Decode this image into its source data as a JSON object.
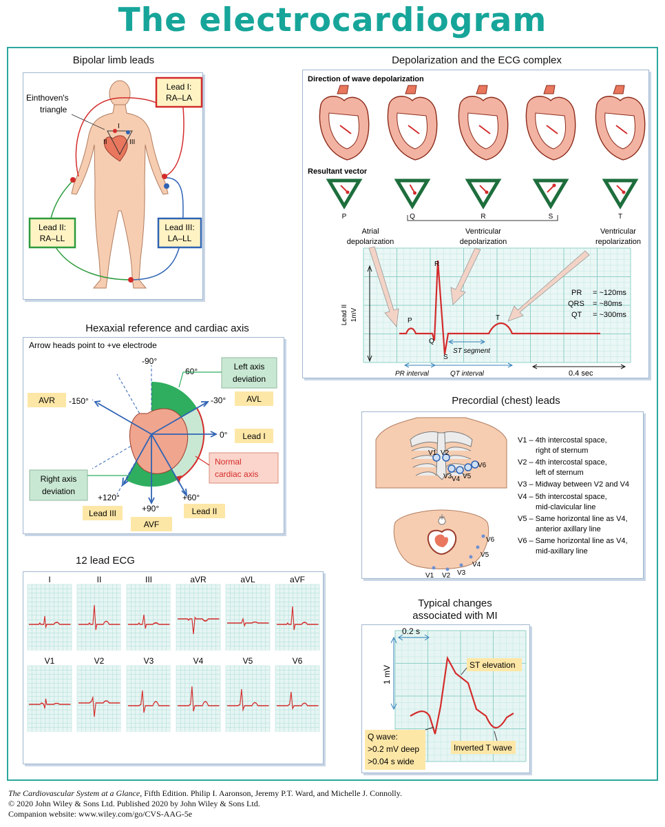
{
  "title": "The electrocardiogram",
  "sections": {
    "bipolar": "Bipolar limb leads",
    "depol": "Depolarization and the ECG complex",
    "hexaxial": "Hexaxial reference and cardiac axis",
    "precordial": "Precordial (chest) leads",
    "twelve": "12 lead ECG",
    "mi_line1": "Typical changes",
    "mi_line2": "associated with MI"
  },
  "bipolar": {
    "einthoven_1": "Einthoven's",
    "einthoven_2": "triangle",
    "lead1_a": "Lead I:",
    "lead1_b": "RA–LA",
    "lead2_a": "Lead II:",
    "lead2_b": "RA–LL",
    "lead3_a": "Lead III:",
    "lead3_b": "LA–LL",
    "tri_I": "I",
    "tri_II": "II",
    "tri_III": "III"
  },
  "depol": {
    "direction": "Direction of wave depolarization",
    "resultant": "Resultant vector",
    "vec_labels": [
      "P",
      "Q",
      "R",
      "S",
      "T"
    ],
    "atrial_1": "Atrial",
    "atrial_2": "depolarization",
    "vent_1": "Ventricular",
    "vent_2": "depolarization",
    "repol_1": "Ventricular",
    "repol_2": "repolarization",
    "lead_ii": "Lead II",
    "mv": "1mV",
    "pr_key": "PR",
    "pr_val": "= ~120ms",
    "qrs_key": "QRS",
    "qrs_val": "= ~80ms",
    "qt_key": "QT",
    "qt_val": "= ~300ms",
    "wave_P": "P",
    "wave_Q": "Q",
    "wave_R": "R",
    "wave_S": "S",
    "wave_T": "T",
    "st_segment": "ST segment",
    "pr_interval": "PR interval",
    "qt_interval": "QT interval",
    "sec": "0.4 sec"
  },
  "hexaxial": {
    "note": "Arrow heads point to +ve electrode",
    "m90": "-90°",
    "m60": "-60°",
    "m30": "-30°",
    "m150": "-150°",
    "d0": "0°",
    "p60": "+60°",
    "p90": "+90°",
    "p120": "+120°",
    "avr": "AVR",
    "avl": "AVL",
    "avf": "AVF",
    "lead1": "Lead I",
    "lead2": "Lead II",
    "lead3": "Lead III",
    "left_1": "Left axis",
    "left_2": "deviation",
    "right_1": "Right axis",
    "right_2": "deviation",
    "normal_1": "Normal",
    "normal_2": "cardiac axis"
  },
  "precordial": {
    "chest_labels": [
      "V1",
      "V2",
      "V3",
      "V4",
      "V5",
      "V6"
    ],
    "desc": [
      [
        "V1 – 4th intercostal space,",
        "right of sternum"
      ],
      [
        "V2 – 4th intercostal space,",
        "left of sternum"
      ],
      [
        "V3 – Midway between V2 and V4",
        ""
      ],
      [
        "V4 – 5th intercostal space,",
        "mid-clavicular line"
      ],
      [
        "V5 – Same horizontal line as V4,",
        "anterior axillary line"
      ],
      [
        "V6 – Same horizontal line as V4,",
        "mid-axillary line"
      ]
    ]
  },
  "twelve": {
    "labels": [
      "I",
      "II",
      "III",
      "aVR",
      "aVL",
      "aVF",
      "V1",
      "V2",
      "V3",
      "V4",
      "V5",
      "V6"
    ]
  },
  "mi": {
    "scale_x": "0.2 s",
    "scale_y": "1 mV",
    "st": "ST elevation",
    "inv": "Inverted T wave",
    "q1": "Q wave:",
    "q2": ">0.2 mV deep",
    "q3": ">0.04 s wide"
  },
  "caption": {
    "book": "The Cardiovascular System at a Glance",
    "line1_rest": ", Fifth Edition. Philip I. Aaronson, Jeremy P.T. Ward, and Michelle J. Connolly.",
    "line2": "© 2020 John Wiley & Sons Ltd. Published 2020 by John Wiley & Sons Ltd.",
    "line3": "Companion website: www.wiley.com/go/CVS-AAG-5e"
  }
}
